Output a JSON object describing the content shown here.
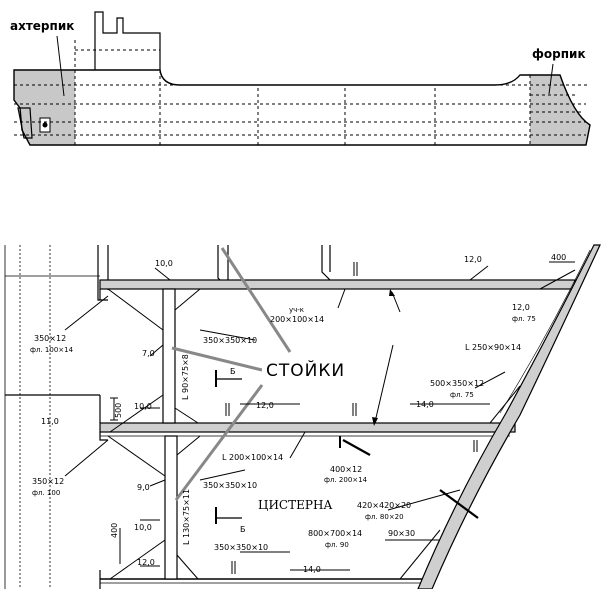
{
  "ship": {
    "aft_peak": "ахтерпик",
    "fore_peak": "форпик"
  },
  "section": {
    "dims": {
      "d400_top": "400",
      "d10_0_top": "10,0",
      "d12_0_top": "12,0",
      "d12_0_right": "12,0",
      "fl75_right": "фл. 75",
      "d350x12_top": "350×12",
      "fl100x14": "фл. 100×14",
      "bracket_top": "350×350×10",
      "uch_k": "уч-к",
      "uch_k_dims": "200×100×14",
      "d7_0": "7,0",
      "L90": "L 90×75×8",
      "L250": "L 250×90×14",
      "d500x350x12": "500×350×12",
      "fl75_mid": "фл. 75",
      "d11_0": "11,0",
      "d500": "500",
      "d10_0_mid": "10,0",
      "d12_0_mid": "12,0",
      "d14_0_mid": "14,0",
      "L200": "L 200×100×14",
      "d400x12": "400×12",
      "fl200x14": "фл. 200×14",
      "d350x12_low": "350×12",
      "fl100": "фл. 100",
      "d9_0": "9,0",
      "bracket_mid": "350×350×10",
      "d420": "420×420×20",
      "fl80x20": "фл. 80×20",
      "d10_0_low": "10,0",
      "L130": "L 130×75×11",
      "d400_low": "400",
      "d800": "800×700×14",
      "fl90": "фл. 90",
      "d90x30": "90×30",
      "bracket_low": "350×350×10",
      "d12_0_low": "12,0",
      "d14_0_low": "14,0"
    },
    "b_mark_top": "Б",
    "b_mark_low": "Б",
    "stanchions": "СТОЙКИ",
    "tank": "ЦИСТЕРНА"
  }
}
